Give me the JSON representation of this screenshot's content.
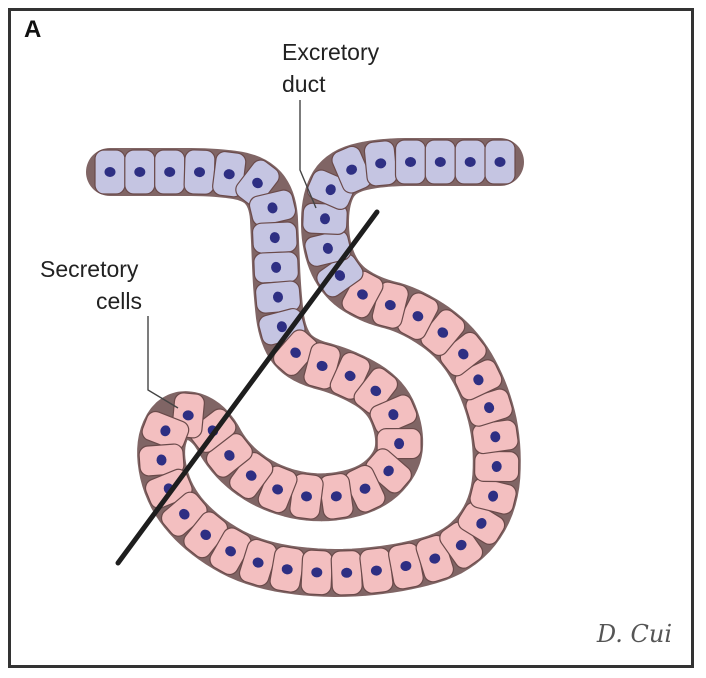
{
  "panel_letter": "A",
  "labels": {
    "excretory_line1": "Excretory",
    "excretory_line2": "duct",
    "secretory_line1": "Secretory",
    "secretory_line2": "cells"
  },
  "signature": "D. Cui",
  "colors": {
    "duct_cell": "#c5c5e2",
    "secretory_cell": "#f3bfc0",
    "nucleus": "#2e2f83",
    "outline": "#6a4a4a",
    "cut_line": "#1e1e1e",
    "frame": "#333333"
  }
}
